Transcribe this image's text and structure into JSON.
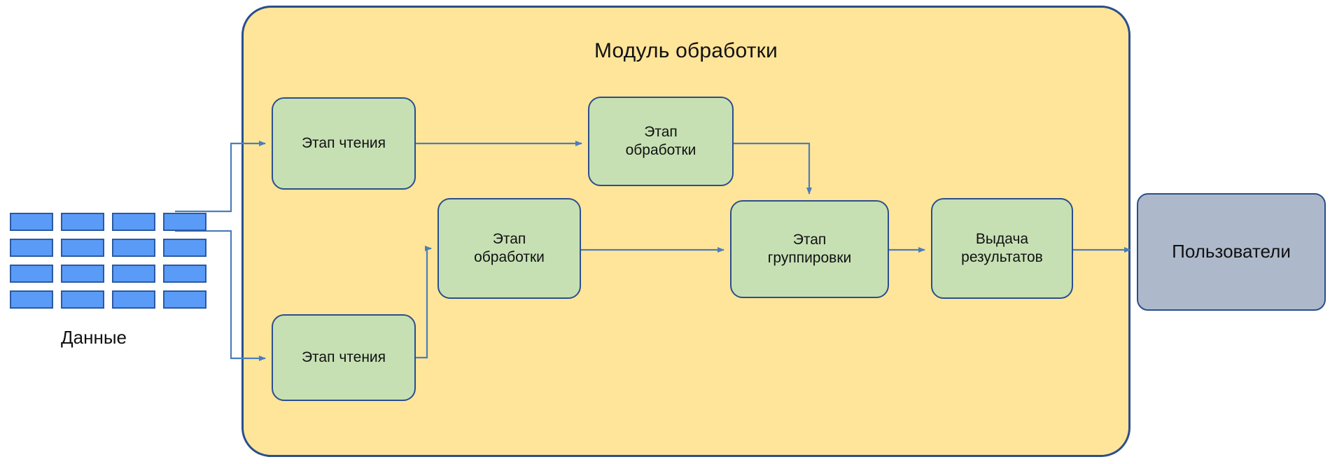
{
  "diagram": {
    "title": "Модуль обработки",
    "background": "#ffe599",
    "border_color": "#2b4e8c",
    "connector_color": "#4a7ebb",
    "stage_fill": "#c6e0b4",
    "users_fill": "#adb9cb",
    "data_fill": "#5b9bf8"
  },
  "data_source": {
    "label": "Данные",
    "rows": 4,
    "columns": 4,
    "cells": [
      [
        "",
        "",
        "",
        ""
      ],
      [
        "",
        "",
        "",
        ""
      ],
      [
        "",
        "",
        "",
        ""
      ],
      [
        "",
        "",
        "",
        ""
      ]
    ]
  },
  "nodes": {
    "read_top": {
      "label": "Этап чтения"
    },
    "read_bottom": {
      "label": "Этап чтения"
    },
    "process_top": {
      "line1": "Этап",
      "line2": "обработки"
    },
    "process_mid": {
      "line1": "Этап",
      "line2": "обработки"
    },
    "group": {
      "line1": "Этап",
      "line2": "группировки"
    },
    "output": {
      "line1": "Выдача",
      "line2": "результатов"
    },
    "users": {
      "label": "Пользователи"
    }
  },
  "edges": [
    {
      "from": "Данные",
      "to": "Этап чтения (верхний)"
    },
    {
      "from": "Данные",
      "to": "Этап чтения (нижний)"
    },
    {
      "from": "Этап чтения (верхний)",
      "to": "Этап обработки (верхний)"
    },
    {
      "from": "Этап чтения (нижний)",
      "to": "Этап обработки (средний)"
    },
    {
      "from": "Этап обработки (верхний)",
      "to": "Этап группировки"
    },
    {
      "from": "Этап обработки (средний)",
      "to": "Этап группировки"
    },
    {
      "from": "Этап группировки",
      "to": "Выдача результатов"
    },
    {
      "from": "Выдача результатов",
      "to": "Пользователи"
    }
  ]
}
